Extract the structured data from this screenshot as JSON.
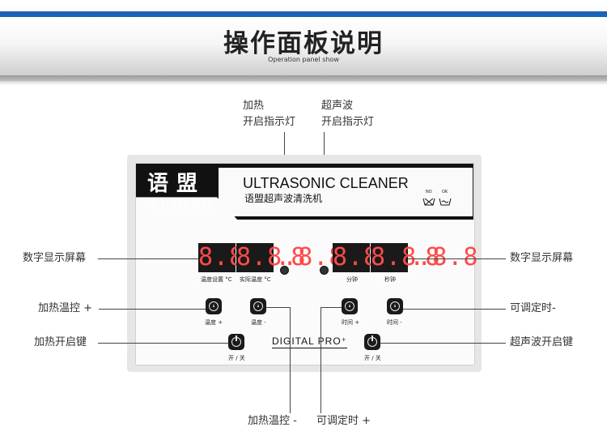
{
  "header": {
    "title": "操作面板说明",
    "subtitle": "Operation panel show"
  },
  "device": {
    "logo_cn": "语盟",
    "logo_en": "YUMENG",
    "brand_en": "ULTRASONIC CLEANER",
    "brand_cn": "语盟超声波清洗机",
    "displays": {
      "value": "8.8.8.8"
    },
    "captions": {
      "temp_set": "温度设置 °C",
      "temp_actual": "实际温度 °C",
      "minute": "分钟",
      "second": "秒钟",
      "temp_up": "温度 +",
      "temp_down": "温度 -",
      "time_up": "时间 +",
      "time_down": "时间 -",
      "power_left": "开 / 关",
      "power_right": "开 / 关",
      "no": "NO",
      "ok": "OK"
    },
    "digital": "DIGITAL PRO⁺"
  },
  "callouts": {
    "heat_led": [
      "加热",
      "开启指示灯"
    ],
    "ultra_led": [
      "超声波",
      "开启指示灯"
    ],
    "display_left": "数字显示屏幕",
    "display_right": "数字显示屏幕",
    "heat_up": "加热温控 +",
    "time_down": "可调定时-",
    "heat_power": "加热开启键",
    "ultra_power": "超声波开启键",
    "heat_down": "加热温控 -",
    "time_up": "可调定时 +"
  }
}
